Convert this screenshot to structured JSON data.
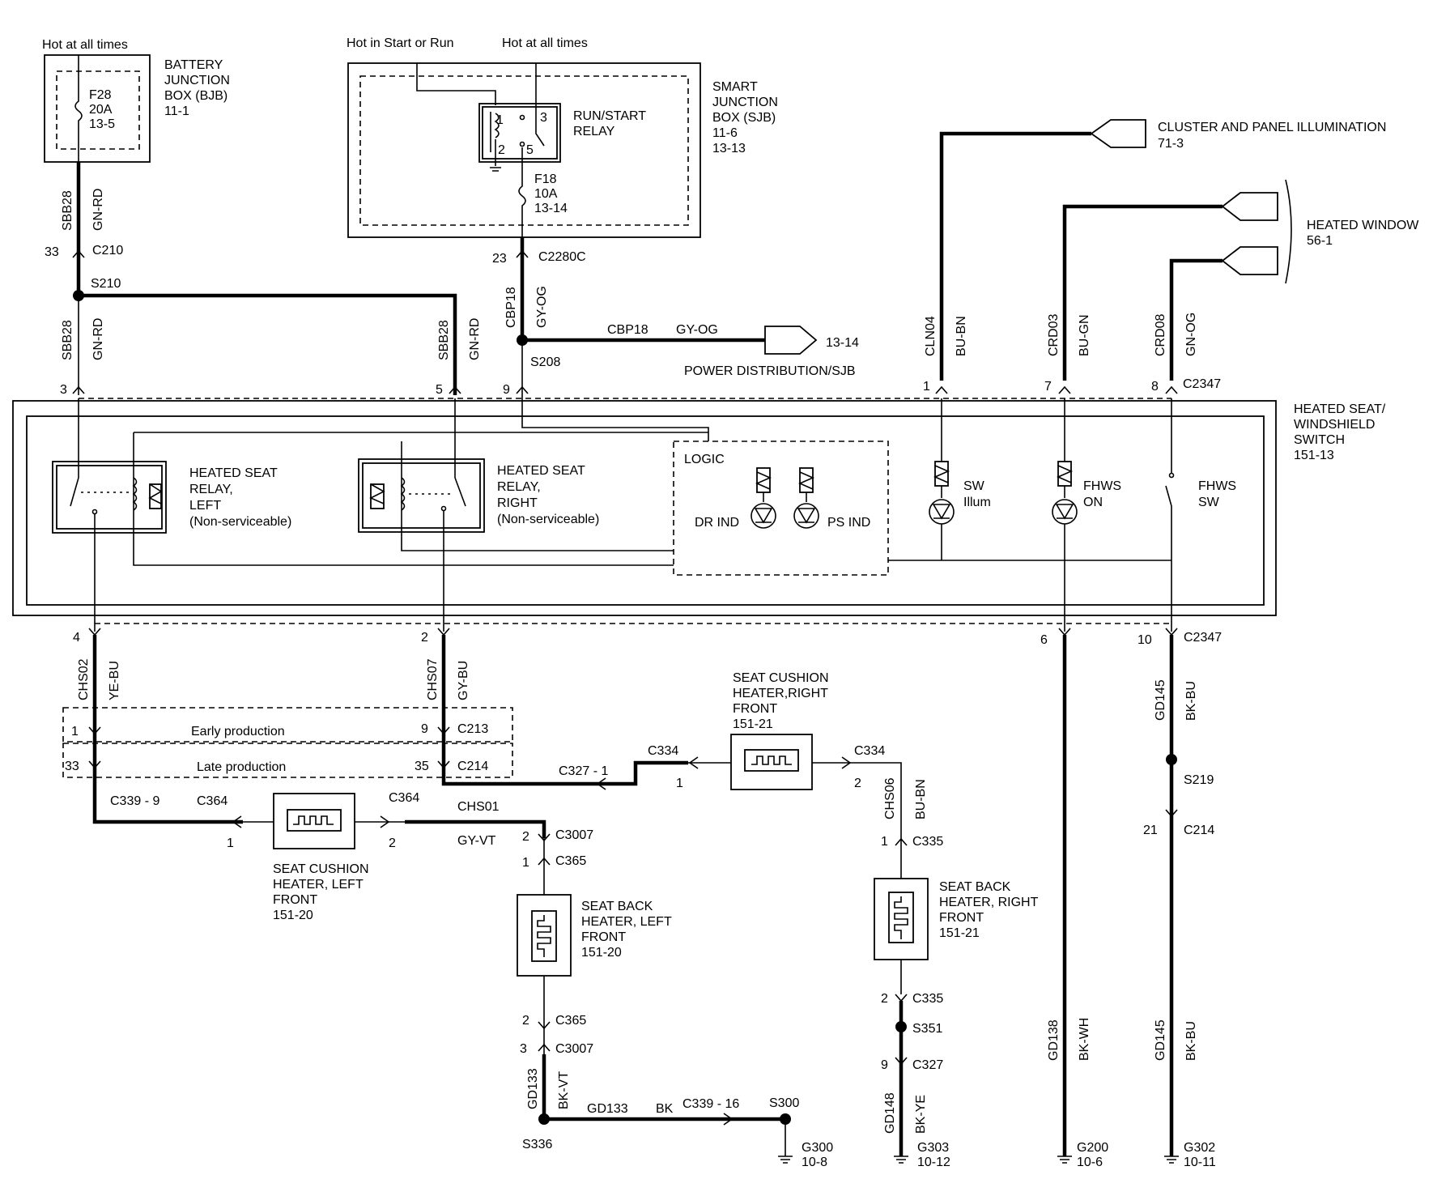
{
  "power": {
    "bjb_hot": "Hot at all times",
    "sjb_hot_start_run": "Hot in Start or Run",
    "sjb_hot": "Hot at all times"
  },
  "bjb": {
    "title": [
      "BATTERY",
      "JUNCTION",
      "BOX (BJB)",
      "11-1"
    ],
    "fuse": [
      "F28",
      "20A",
      "13-5"
    ]
  },
  "sjb": {
    "title": [
      "SMART",
      "JUNCTION",
      "BOX (SJB)",
      "11-6",
      "13-13"
    ],
    "relay": [
      "RUN/START",
      "RELAY"
    ],
    "relay_pins": [
      "1",
      "2",
      "3",
      "5"
    ],
    "fuse": [
      "F18",
      "10A",
      "13-14"
    ]
  },
  "cluster": [
    "CLUSTER AND PANEL ILLUMINATION",
    "71-3"
  ],
  "heated_window": [
    "HEATED WINDOW",
    "56-1"
  ],
  "power_dist": [
    "13-14",
    "POWER DISTRIBUTION/SJB"
  ],
  "switch_module": [
    "HEATED SEAT/",
    "WINDSHIELD",
    "SWITCH",
    "151-13"
  ],
  "relay_left": [
    "HEATED SEAT",
    "RELAY,",
    "LEFT",
    "(Non-serviceable)"
  ],
  "relay_right": [
    "HEATED SEAT",
    "RELAY,",
    "RIGHT",
    "(Non-serviceable)"
  ],
  "logic": {
    "label": "LOGIC",
    "dr": "DR IND",
    "ps": "PS IND"
  },
  "sw_illum": [
    "SW",
    "Illum"
  ],
  "fhws_on": [
    "FHWS",
    "ON"
  ],
  "fhws_sw": [
    "FHWS",
    "SW"
  ],
  "seat_cushion_right": [
    "SEAT CUSHION",
    "HEATER,RIGHT",
    "FRONT",
    "151-21"
  ],
  "seat_cushion_left": [
    "SEAT CUSHION",
    "HEATER, LEFT",
    "FRONT",
    "151-20"
  ],
  "seat_back_left": [
    "SEAT BACK",
    "HEATER, LEFT",
    "FRONT",
    "151-20"
  ],
  "seat_back_right": [
    "SEAT BACK",
    "HEATER, RIGHT",
    "FRONT",
    "151-21"
  ],
  "production": {
    "early": "Early production",
    "late": "Late production"
  },
  "wires": {
    "sbb28": "SBB28",
    "gn_rd": "GN-RD",
    "cbp18": "CBP18",
    "gy_og": "GY-OG",
    "cln04": "CLN04",
    "bu_bn": "BU-BN",
    "crd03": "CRD03",
    "bu_gn": "BU-GN",
    "crd08": "CRD08",
    "gn_og": "GN-OG",
    "chs02": "CHS02",
    "ye_bu": "YE-BU",
    "chs07": "CHS07",
    "gy_bu": "GY-BU",
    "chs06": "CHS06",
    "chs01": "CHS01",
    "gy_vt": "GY-VT",
    "gd145": "GD145",
    "bk_bu": "BK-BU",
    "gd138": "GD138",
    "bk_wh": "BK-WH",
    "gd133": "GD133",
    "bk_vt": "BK-VT",
    "bk": "BK",
    "gd148": "GD148",
    "bk_ye": "BK-YE"
  },
  "connectors": {
    "c210": "C210",
    "c2280c": "C2280C",
    "c2347": "C2347",
    "c213": "C213",
    "c214": "C214",
    "c334": "C334",
    "c327": "C327",
    "c327_1": "C327  -  1",
    "c339_9": "C339  -  9",
    "c364": "C364",
    "c3007": "C3007",
    "c365": "C365",
    "c335": "C335",
    "c339_16": "C339  -  16"
  },
  "splices": {
    "s210": "S210",
    "s208": "S208",
    "s219": "S219",
    "s336": "S336",
    "s300": "S300",
    "s351": "S351"
  },
  "grounds": {
    "g300": [
      "G300",
      "10-8"
    ],
    "g303": [
      "G303",
      "10-12"
    ],
    "g200": [
      "G200",
      "10-6"
    ],
    "g302": [
      "G302",
      "10-11"
    ]
  },
  "pins": {
    "p1": "1",
    "p2": "2",
    "p3": "3",
    "p4": "4",
    "p5": "5",
    "p6": "6",
    "p7": "7",
    "p8": "8",
    "p9": "9",
    "p10": "10",
    "p21": "21",
    "p23": "23",
    "p33": "33",
    "p35": "35"
  }
}
